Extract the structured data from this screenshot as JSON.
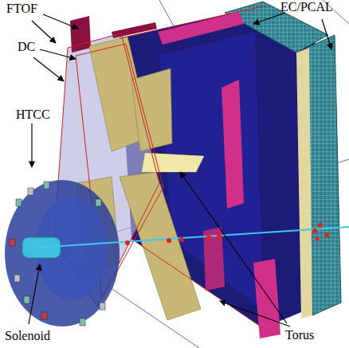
{
  "diagram": {
    "labels": [
      "FTOF",
      "EC/PCAL",
      "DC",
      "HTCC",
      "Solenoid",
      "Torus"
    ]
  }
}
